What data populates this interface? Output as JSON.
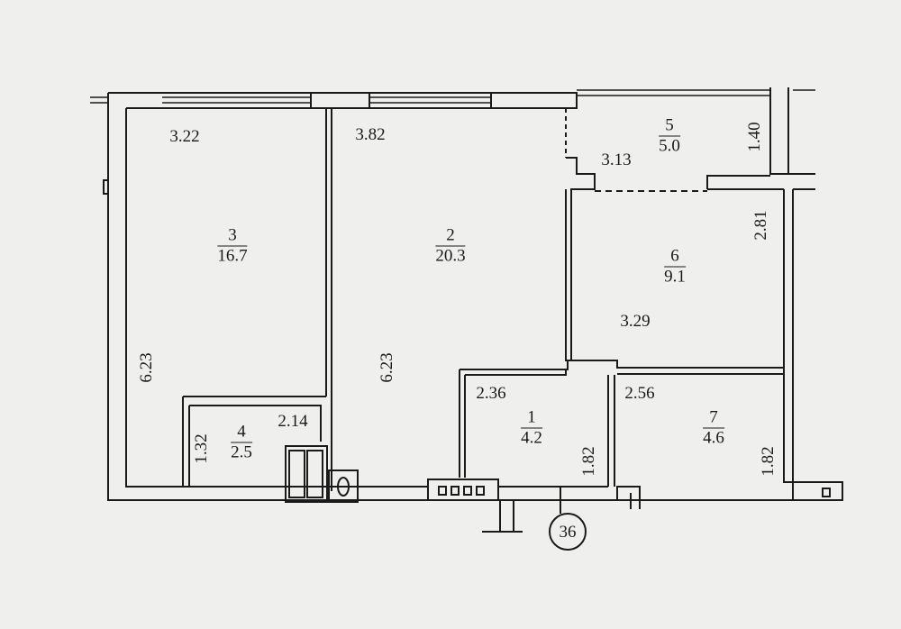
{
  "plan": {
    "axis_marker": "36",
    "rooms": [
      {
        "number": "1",
        "area": "4.2"
      },
      {
        "number": "2",
        "area": "20.3"
      },
      {
        "number": "3",
        "area": "16.7"
      },
      {
        "number": "4",
        "area": "2.5"
      },
      {
        "number": "5",
        "area": "5.0"
      },
      {
        "number": "6",
        "area": "9.1"
      },
      {
        "number": "7",
        "area": "4.6"
      }
    ],
    "dimensions": {
      "room3_width": "3.22",
      "room3_length": "6.23",
      "room2_width": "3.82",
      "room2_length": "6.23",
      "room5_width": "3.13",
      "room5_length": "1.40",
      "room6_width": "3.29",
      "room6_length": "2.81",
      "room1_width": "2.36",
      "room1_length": "1.82",
      "room7_width": "2.56",
      "room7_length": "1.82",
      "room4_width": "2.14",
      "room4_length": "1.32"
    }
  }
}
